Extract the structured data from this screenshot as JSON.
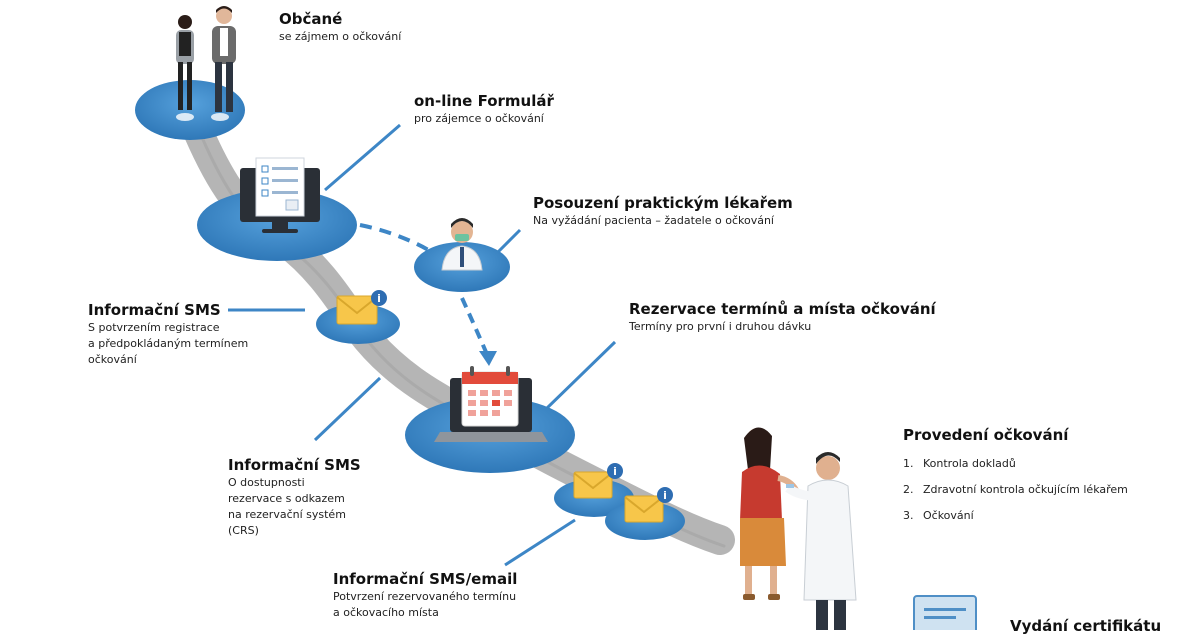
{
  "steps": {
    "obcane": {
      "title": "Občané",
      "sub": [
        "se zájmem o očkování"
      ]
    },
    "formular": {
      "title": "on-line Formulář",
      "sub": [
        "pro zájemce o očkování"
      ]
    },
    "lekar": {
      "title": "Posouzení praktickým lékařem",
      "sub": [
        "Na vyžádání pacienta – žadatele o očkování"
      ]
    },
    "sms1": {
      "title": "Informační SMS",
      "sub": [
        "S potvrzením registrace",
        "a předpokládaným termínem",
        "očkování"
      ]
    },
    "rezervace": {
      "title": "Rezervace termínů a místa očkování",
      "sub": [
        "Termíny pro první i druhou dávku"
      ]
    },
    "sms2": {
      "title": "Informační SMS",
      "sub": [
        "O dostupnosti",
        "rezervace s odkazem",
        "na rezervační systém",
        "(CRS)"
      ]
    },
    "provedeni": {
      "title": "Provedení očkování",
      "items": [
        {
          "num": "1.",
          "text": "Kontrola dokladů"
        },
        {
          "num": "2.",
          "text": "Zdravotní kontrola očkujícím lékařem"
        },
        {
          "num": "3.",
          "text": "Očkování"
        }
      ]
    },
    "smsemail": {
      "title": "Informační SMS/email",
      "sub": [
        "Potvrzení rezervovaného termínu",
        "a očkovacího místa"
      ]
    },
    "certifikat": {
      "title": "Vydání certifikátu"
    }
  },
  "icons": {
    "info_glyph": "i"
  },
  "colors": {
    "platform": "#3d86c6",
    "platform_dark": "#2b6aa3",
    "path": "#b7b7b7",
    "connector": "#3d86c6",
    "envelope": "#f7c64a",
    "calendar_header": "#e24b3b"
  }
}
